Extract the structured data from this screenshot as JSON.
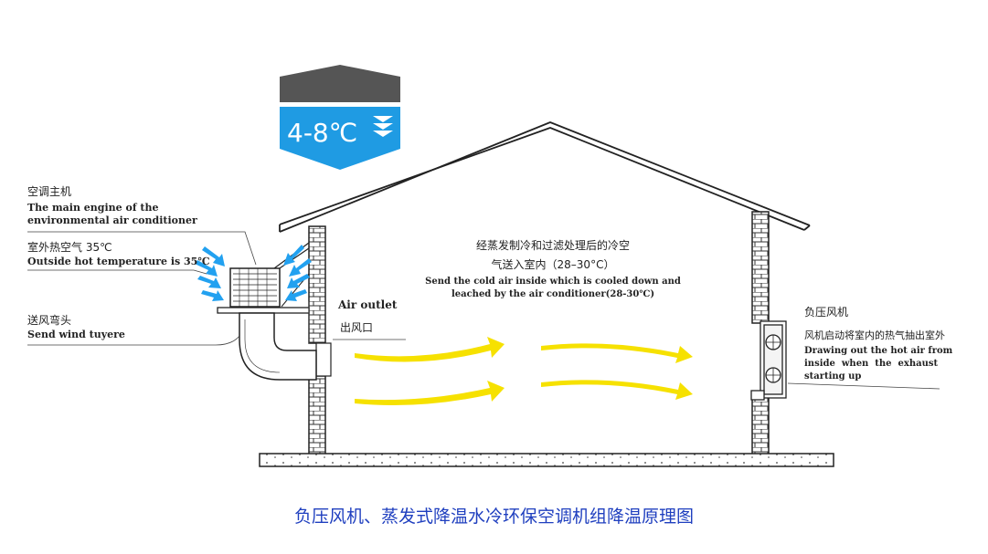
{
  "badge": {
    "temp": "4-8℃"
  },
  "labels": {
    "ac_main_cn": "空调主机",
    "ac_main_en_1": "The main engine of the",
    "ac_main_en_2": "environmental air conditioner",
    "outside_hot_cn": "室外热空气 35℃",
    "outside_hot_en": "Outside hot temperature is 35℃",
    "tuyere_cn": "送风弯头",
    "tuyere_en": "Send wind tuyere",
    "outlet_en": "Air outlet",
    "outlet_cn": "出风口",
    "center_cn_1": "经蒸发制冷和过滤处理后的冷空",
    "center_cn_2": "气送入室内（28–30°C）",
    "center_en_1": "Send the cold air inside which is cooled down and",
    "center_en_2": "leached by the air conditioner(28-30℃)",
    "fan_cn": "负压风机",
    "fan_desc_cn": "风机启动将室内的热气抽出室外",
    "fan_en_1": "Drawing out the hot air from",
    "fan_en_2": "inside  when  the  exhaust",
    "fan_en_3": "starting up"
  },
  "caption": "负压风机、蒸发式降温水冷环保空调机组降温原理图",
  "colors": {
    "badge_dark": "#555555",
    "badge_blue": "#1f9be3",
    "airflow_yellow": "#f6e100",
    "hot_arrow_blue": "#22a1f0",
    "caption_blue": "#1f3fbf"
  }
}
